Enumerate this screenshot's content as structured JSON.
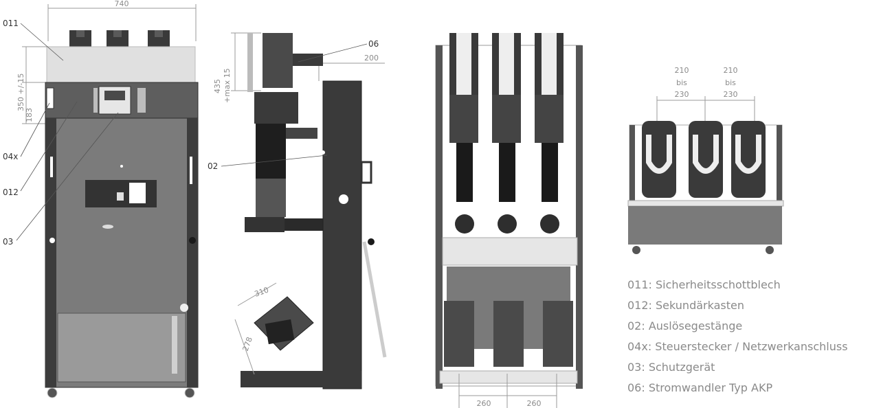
{
  "dimensions": {
    "front_width": "740",
    "front_height_1": "350 +/-15",
    "front_height_2": "183",
    "side_height_1": "435",
    "side_height_2": "+max 15",
    "side_depth": "200",
    "box_width": "310",
    "box_height": "278",
    "pitch_a": "260",
    "pitch_b": "260",
    "range_1_from": "210",
    "range_1_bis": "bis",
    "range_1_to": "230",
    "range_2_from": "210",
    "range_2_bis": "bis",
    "range_2_to": "230"
  },
  "callouts": {
    "c011": "011",
    "c04x": "04x",
    "c012": "012",
    "c03": "03",
    "c06": "06",
    "c02": "02"
  },
  "legend": [
    "011: Sicherheitsschottblech",
    "012: Sekundärkasten",
    "02: Auslösegestänge",
    "04x: Steuerstecker / Netzwerkanschluss",
    "03: Schutzgerät",
    "06: Stromwandler Typ AKP"
  ],
  "colors": {
    "frame": "#3c3c3c",
    "panel": "#7a7a7a",
    "dark": "#2a2a2a",
    "light": "#e2e2e2",
    "dimension_text": "#8a8a8a"
  }
}
